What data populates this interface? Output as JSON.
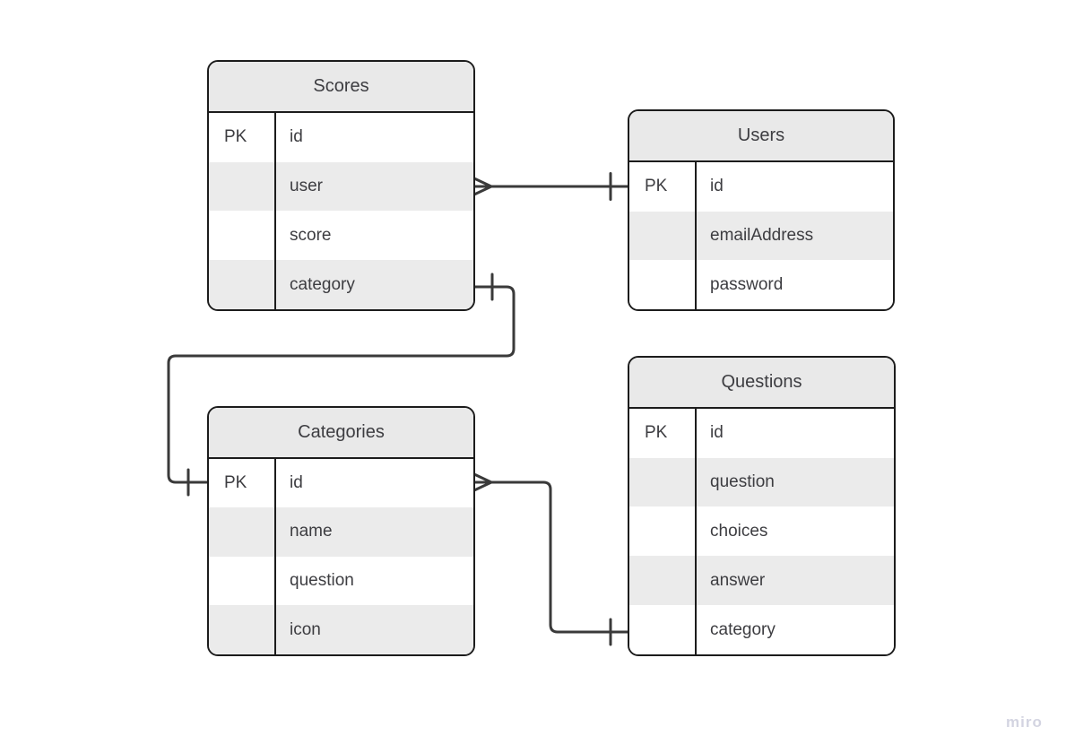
{
  "diagram": {
    "kind": "entity-relationship-diagram",
    "watermark": "miro",
    "colors": {
      "background": "#ffffff",
      "header_fill": "#e9e9e9",
      "row_stripe": "#ebebeb",
      "row_white": "#ffffff",
      "border": "#1c1c1c",
      "connector": "#3a3a3a",
      "text": "#3d3d41",
      "watermark_color": "#d3d4e1"
    },
    "tables": {
      "scores": {
        "title": "Scores",
        "rows": [
          {
            "key": "PK",
            "name": "id"
          },
          {
            "key": "",
            "name": "user"
          },
          {
            "key": "",
            "name": "score"
          },
          {
            "key": "",
            "name": "category"
          }
        ]
      },
      "users": {
        "title": "Users",
        "rows": [
          {
            "key": "PK",
            "name": "id"
          },
          {
            "key": "",
            "name": "emailAddress"
          },
          {
            "key": "",
            "name": "password"
          }
        ]
      },
      "categories": {
        "title": "Categories",
        "rows": [
          {
            "key": "PK",
            "name": "id"
          },
          {
            "key": "",
            "name": "name"
          },
          {
            "key": "",
            "name": "question"
          },
          {
            "key": "",
            "name": "icon"
          }
        ]
      },
      "questions": {
        "title": "Questions",
        "rows": [
          {
            "key": "PK",
            "name": "id"
          },
          {
            "key": "",
            "name": "question"
          },
          {
            "key": "",
            "name": "choices"
          },
          {
            "key": "",
            "name": "answer"
          },
          {
            "key": "",
            "name": "category"
          }
        ]
      }
    },
    "relationships": [
      {
        "from": "Scores.user",
        "to": "Users.id",
        "from_end": "crow-foot-many",
        "to_end": "tick-one"
      },
      {
        "from": "Scores.category",
        "to": "Categories.id",
        "from_end": "tick-one",
        "to_end": "tick-one"
      },
      {
        "from": "Categories.id",
        "to": "Questions.category",
        "from_end": "crow-foot-many",
        "to_end": "tick-one"
      }
    ]
  }
}
